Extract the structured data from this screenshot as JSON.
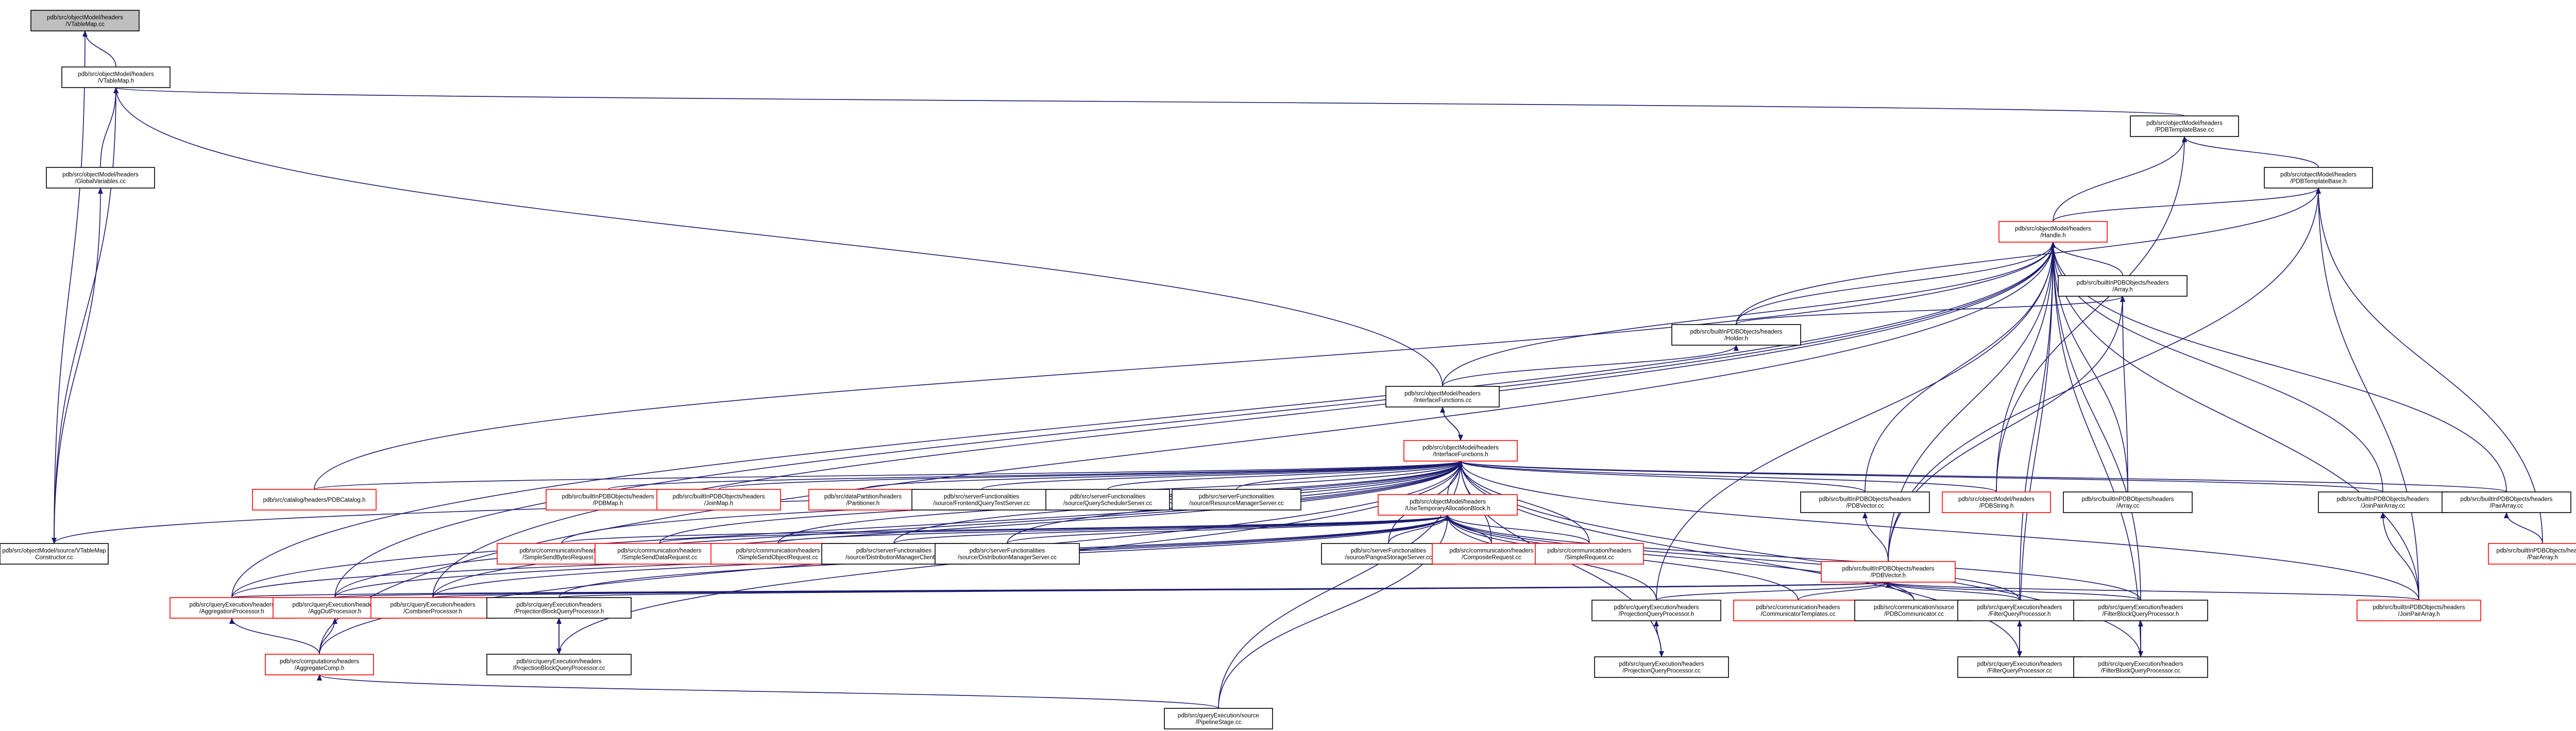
{
  "graph": {
    "colors": {
      "edge": "#1a1a6e",
      "normal_border": "#000000",
      "incomplete_border": "#ff0000",
      "root_fill": "#bfbfbf",
      "background": "#ffffff"
    },
    "nodes": [
      {
        "id": "n0",
        "lines": [
          "pdb/src/objectModel/headers",
          "/VTableMap.cc"
        ],
        "style": "gray"
      },
      {
        "id": "n1",
        "lines": [
          "pdb/src/objectModel/headers",
          "/VTableMap.h"
        ],
        "style": "black"
      },
      {
        "id": "n2",
        "lines": [
          "pdb/src/objectModel/headers",
          "/GlobalVariables.cc"
        ],
        "style": "black"
      },
      {
        "id": "n3",
        "lines": [
          "pdb/src/objectModel/source/VTableMap",
          "Constructor.cc"
        ],
        "style": "black"
      },
      {
        "id": "n4",
        "lines": [
          "pdb/src/objectModel/headers",
          "/PDBTemplateBase.cc"
        ],
        "style": "black"
      },
      {
        "id": "n5",
        "lines": [
          "pdb/src/objectModel/headers",
          "/PDBTemplateBase.h"
        ],
        "style": "black"
      },
      {
        "id": "n6",
        "lines": [
          "pdb/src/objectModel/headers",
          "/Handle.h"
        ],
        "style": "red"
      },
      {
        "id": "n7",
        "lines": [
          "pdb/src/builtInPDBObjects/headers",
          "/Array.h"
        ],
        "style": "black"
      },
      {
        "id": "n8",
        "lines": [
          "pdb/src/builtInPDBObjects/headers",
          "/Holder.h"
        ],
        "style": "black"
      },
      {
        "id": "n9",
        "lines": [
          "pdb/src/objectModel/headers",
          "/InterfaceFunctions.cc"
        ],
        "style": "black"
      },
      {
        "id": "n10",
        "lines": [
          "pdb/src/objectModel/headers",
          "/InterfaceFunctions.h"
        ],
        "style": "red"
      },
      {
        "id": "n11",
        "lines": [
          "pdb/src/catalog/headers/PDBCatalog.h"
        ],
        "style": "red"
      },
      {
        "id": "n12",
        "lines": [
          "pdb/src/builtInPDBObjects/headers",
          "/PDBMap.h"
        ],
        "style": "red"
      },
      {
        "id": "n13",
        "lines": [
          "pdb/src/builtInPDBObjects/headers",
          "/JoinMap.h"
        ],
        "style": "red"
      },
      {
        "id": "n14",
        "lines": [
          "pdb/src/dataPartition/headers",
          "/Partitioner.h"
        ],
        "style": "red"
      },
      {
        "id": "n15",
        "lines": [
          "pdb/src/serverFunctionalities",
          "/source/FrontendQueryTestServer.cc"
        ],
        "style": "black"
      },
      {
        "id": "n16",
        "lines": [
          "pdb/src/serverFunctionalities",
          "/source/QuerySchedulerServer.cc"
        ],
        "style": "black"
      },
      {
        "id": "n17",
        "lines": [
          "pdb/src/serverFunctionalities",
          "/source/ResourceManagerServer.cc"
        ],
        "style": "black"
      },
      {
        "id": "n18",
        "lines": [
          "pdb/src/objectModel/headers",
          "/UseTemporaryAllocationBlock.h"
        ],
        "style": "red"
      },
      {
        "id": "n19",
        "lines": [
          "pdb/src/builtInPDBObjects/headers",
          "/PDBVector.cc"
        ],
        "style": "black"
      },
      {
        "id": "n20",
        "lines": [
          "pdb/src/objectModel/headers",
          "/PDBString.h"
        ],
        "style": "red"
      },
      {
        "id": "n21",
        "lines": [
          "pdb/src/builtInPDBObjects/headers",
          "/Array.cc"
        ],
        "style": "black"
      },
      {
        "id": "n22",
        "lines": [
          "pdb/src/builtInPDBObjects/headers",
          "/JoinPairArray.cc"
        ],
        "style": "black"
      },
      {
        "id": "n23",
        "lines": [
          "pdb/src/builtInPDBObjects/headers",
          "/PairArray.cc"
        ],
        "style": "black"
      },
      {
        "id": "n24",
        "lines": [
          "pdb/src/builtInPDBObjects/headers",
          "/PairArray.h"
        ],
        "style": "red"
      },
      {
        "id": "n25",
        "lines": [
          "pdb/src/communication/headers",
          "/SimpleSendBytesRequest.cc"
        ],
        "style": "red"
      },
      {
        "id": "n26",
        "lines": [
          "pdb/src/communication/headers",
          "/SimpleSendDataRequest.cc"
        ],
        "style": "red"
      },
      {
        "id": "n27",
        "lines": [
          "pdb/src/communication/headers",
          "/SimpleSendObjectRequest.cc"
        ],
        "style": "red"
      },
      {
        "id": "n28",
        "lines": [
          "pdb/src/serverFunctionalities",
          "/source/DistributionManagerClient.cc"
        ],
        "style": "black"
      },
      {
        "id": "n29",
        "lines": [
          "pdb/src/serverFunctionalities",
          "/source/DistributionManagerServer.cc"
        ],
        "style": "black"
      },
      {
        "id": "n30",
        "lines": [
          "pdb/src/serverFunctionalities",
          "/source/PangeaStorageServer.cc"
        ],
        "style": "black"
      },
      {
        "id": "n31",
        "lines": [
          "pdb/src/communication/headers",
          "/CompositeRequest.cc"
        ],
        "style": "red"
      },
      {
        "id": "n32",
        "lines": [
          "pdb/src/communication/headers",
          "/SimpleRequest.cc"
        ],
        "style": "red"
      },
      {
        "id": "n33",
        "lines": [
          "pdb/src/builtInPDBObjects/headers",
          "/PDBVector.h"
        ],
        "style": "red"
      },
      {
        "id": "n34",
        "lines": [
          "pdb/src/queryExecution/headers",
          "/AggregationProcessor.h"
        ],
        "style": "red"
      },
      {
        "id": "n35",
        "lines": [
          "pdb/src/queryExecution/headers",
          "/AggOutProcessor.h"
        ],
        "style": "red"
      },
      {
        "id": "n36",
        "lines": [
          "pdb/src/queryExecution/headers",
          "/CombinerProcessor.h"
        ],
        "style": "red"
      },
      {
        "id": "n37",
        "lines": [
          "pdb/src/queryExecution/headers",
          "/ProjectionBlockQueryProcessor.h"
        ],
        "style": "black"
      },
      {
        "id": "n38",
        "lines": [
          "pdb/src/queryExecution/headers",
          "/ProjectionQueryProcessor.h"
        ],
        "style": "black"
      },
      {
        "id": "n39",
        "lines": [
          "pdb/src/communication/headers",
          "/CommunicatorTemplates.cc"
        ],
        "style": "red"
      },
      {
        "id": "n40",
        "lines": [
          "pdb/src/communication/source",
          "/PDBCommunicator.cc"
        ],
        "style": "black"
      },
      {
        "id": "n41",
        "lines": [
          "pdb/src/queryExecution/headers",
          "/FilterQueryProcessor.h"
        ],
        "style": "black"
      },
      {
        "id": "n42",
        "lines": [
          "pdb/src/queryExecution/headers",
          "/FilterBlockQueryProcessor.h"
        ],
        "style": "black"
      },
      {
        "id": "n43",
        "lines": [
          "pdb/src/builtInPDBObjects/headers",
          "/JoinPairArray.h"
        ],
        "style": "red"
      },
      {
        "id": "n44",
        "lines": [
          "pdb/src/computations/headers",
          "/AggregateComp.h"
        ],
        "style": "red"
      },
      {
        "id": "n45",
        "lines": [
          "pdb/src/queryExecution/headers",
          "/ProjectionBlockQueryProcessor.cc"
        ],
        "style": "black"
      },
      {
        "id": "n46",
        "lines": [
          "pdb/src/queryExecution/headers",
          "/ProjectionQueryProcessor.cc"
        ],
        "style": "black"
      },
      {
        "id": "n47",
        "lines": [
          "pdb/src/queryExecution/headers",
          "/FilterQueryProcessor.cc"
        ],
        "style": "black"
      },
      {
        "id": "n48",
        "lines": [
          "pdb/src/queryExecution/headers",
          "/FilterBlockQueryProcessor.cc"
        ],
        "style": "black"
      },
      {
        "id": "n49",
        "lines": [
          "pdb/src/queryExecution/source",
          "/PipelineStage.cc"
        ],
        "style": "black"
      }
    ],
    "edges": [
      [
        "n1",
        "n0"
      ],
      [
        "n2",
        "n1"
      ],
      [
        "n3",
        "n1"
      ],
      [
        "n3",
        "n2"
      ],
      [
        "n0",
        "n3"
      ],
      [
        "n4",
        "n1"
      ],
      [
        "n5",
        "n4"
      ],
      [
        "n6",
        "n5"
      ],
      [
        "n6",
        "n4"
      ],
      [
        "n9",
        "n1"
      ],
      [
        "n7",
        "n6"
      ],
      [
        "n8",
        "n6"
      ],
      [
        "n8",
        "n5"
      ],
      [
        "n8",
        "n7"
      ],
      [
        "n9",
        "n8"
      ],
      [
        "n9",
        "n6"
      ],
      [
        "n10",
        "n9"
      ],
      [
        "n9",
        "n10"
      ],
      [
        "n11",
        "n6"
      ],
      [
        "n12",
        "n10"
      ],
      [
        "n13",
        "n10"
      ],
      [
        "n14",
        "n10"
      ],
      [
        "n15",
        "n10"
      ],
      [
        "n16",
        "n10"
      ],
      [
        "n17",
        "n10"
      ],
      [
        "n18",
        "n10"
      ],
      [
        "n19",
        "n10"
      ],
      [
        "n19",
        "n6"
      ],
      [
        "n20",
        "n10"
      ],
      [
        "n20",
        "n6"
      ],
      [
        "n20",
        "n4"
      ],
      [
        "n21",
        "n7"
      ],
      [
        "n21",
        "n6"
      ],
      [
        "n22",
        "n6"
      ],
      [
        "n23",
        "n6"
      ],
      [
        "n24",
        "n5"
      ],
      [
        "n24",
        "n23"
      ],
      [
        "n25",
        "n18"
      ],
      [
        "n26",
        "n18"
      ],
      [
        "n27",
        "n18"
      ],
      [
        "n28",
        "n18"
      ],
      [
        "n29",
        "n18"
      ],
      [
        "n30",
        "n18"
      ],
      [
        "n31",
        "n18"
      ],
      [
        "n32",
        "n18"
      ],
      [
        "n33",
        "n19"
      ],
      [
        "n33",
        "n7"
      ],
      [
        "n33",
        "n6"
      ],
      [
        "n33",
        "n5"
      ],
      [
        "n34",
        "n18"
      ],
      [
        "n35",
        "n18"
      ],
      [
        "n36",
        "n18"
      ],
      [
        "n37",
        "n18"
      ],
      [
        "n38",
        "n18"
      ],
      [
        "n39",
        "n18"
      ],
      [
        "n40",
        "n18"
      ],
      [
        "n41",
        "n18"
      ],
      [
        "n42",
        "n18"
      ],
      [
        "n43",
        "n22"
      ],
      [
        "n43",
        "n5"
      ],
      [
        "n43",
        "n6"
      ],
      [
        "n44",
        "n35"
      ],
      [
        "n44",
        "n34"
      ],
      [
        "n45",
        "n37"
      ],
      [
        "n37",
        "n45"
      ],
      [
        "n46",
        "n38"
      ],
      [
        "n38",
        "n46"
      ],
      [
        "n47",
        "n41"
      ],
      [
        "n41",
        "n47"
      ],
      [
        "n48",
        "n42"
      ],
      [
        "n42",
        "n48"
      ],
      [
        "n49",
        "n44"
      ],
      [
        "n49",
        "n10"
      ],
      [
        "n3",
        "n10"
      ],
      [
        "n34",
        "n33"
      ],
      [
        "n35",
        "n33"
      ],
      [
        "n36",
        "n33"
      ],
      [
        "n37",
        "n33"
      ],
      [
        "n38",
        "n33"
      ],
      [
        "n39",
        "n33"
      ],
      [
        "n40",
        "n33"
      ],
      [
        "n41",
        "n33"
      ],
      [
        "n42",
        "n33"
      ],
      [
        "n43",
        "n33"
      ],
      [
        "n11",
        "n10"
      ],
      [
        "n25",
        "n10"
      ],
      [
        "n26",
        "n10"
      ],
      [
        "n27",
        "n10"
      ],
      [
        "n28",
        "n10"
      ],
      [
        "n29",
        "n10"
      ],
      [
        "n30",
        "n10"
      ],
      [
        "n31",
        "n10"
      ],
      [
        "n32",
        "n10"
      ],
      [
        "n34",
        "n10"
      ],
      [
        "n35",
        "n10"
      ],
      [
        "n36",
        "n10"
      ],
      [
        "n44",
        "n10"
      ],
      [
        "n45",
        "n10"
      ],
      [
        "n46",
        "n10"
      ],
      [
        "n47",
        "n10"
      ],
      [
        "n48",
        "n10"
      ],
      [
        "n34",
        "n6"
      ],
      [
        "n36",
        "n6"
      ],
      [
        "n41",
        "n6"
      ],
      [
        "n42",
        "n6"
      ],
      [
        "n44",
        "n6"
      ],
      [
        "n38",
        "n6"
      ],
      [
        "n49",
        "n18"
      ],
      [
        "n35",
        "n6"
      ],
      [
        "n22",
        "n10"
      ],
      [
        "n23",
        "n10"
      ],
      [
        "n43",
        "n10"
      ],
      [
        "n47",
        "n6"
      ],
      [
        "n48",
        "n6"
      ]
    ]
  }
}
